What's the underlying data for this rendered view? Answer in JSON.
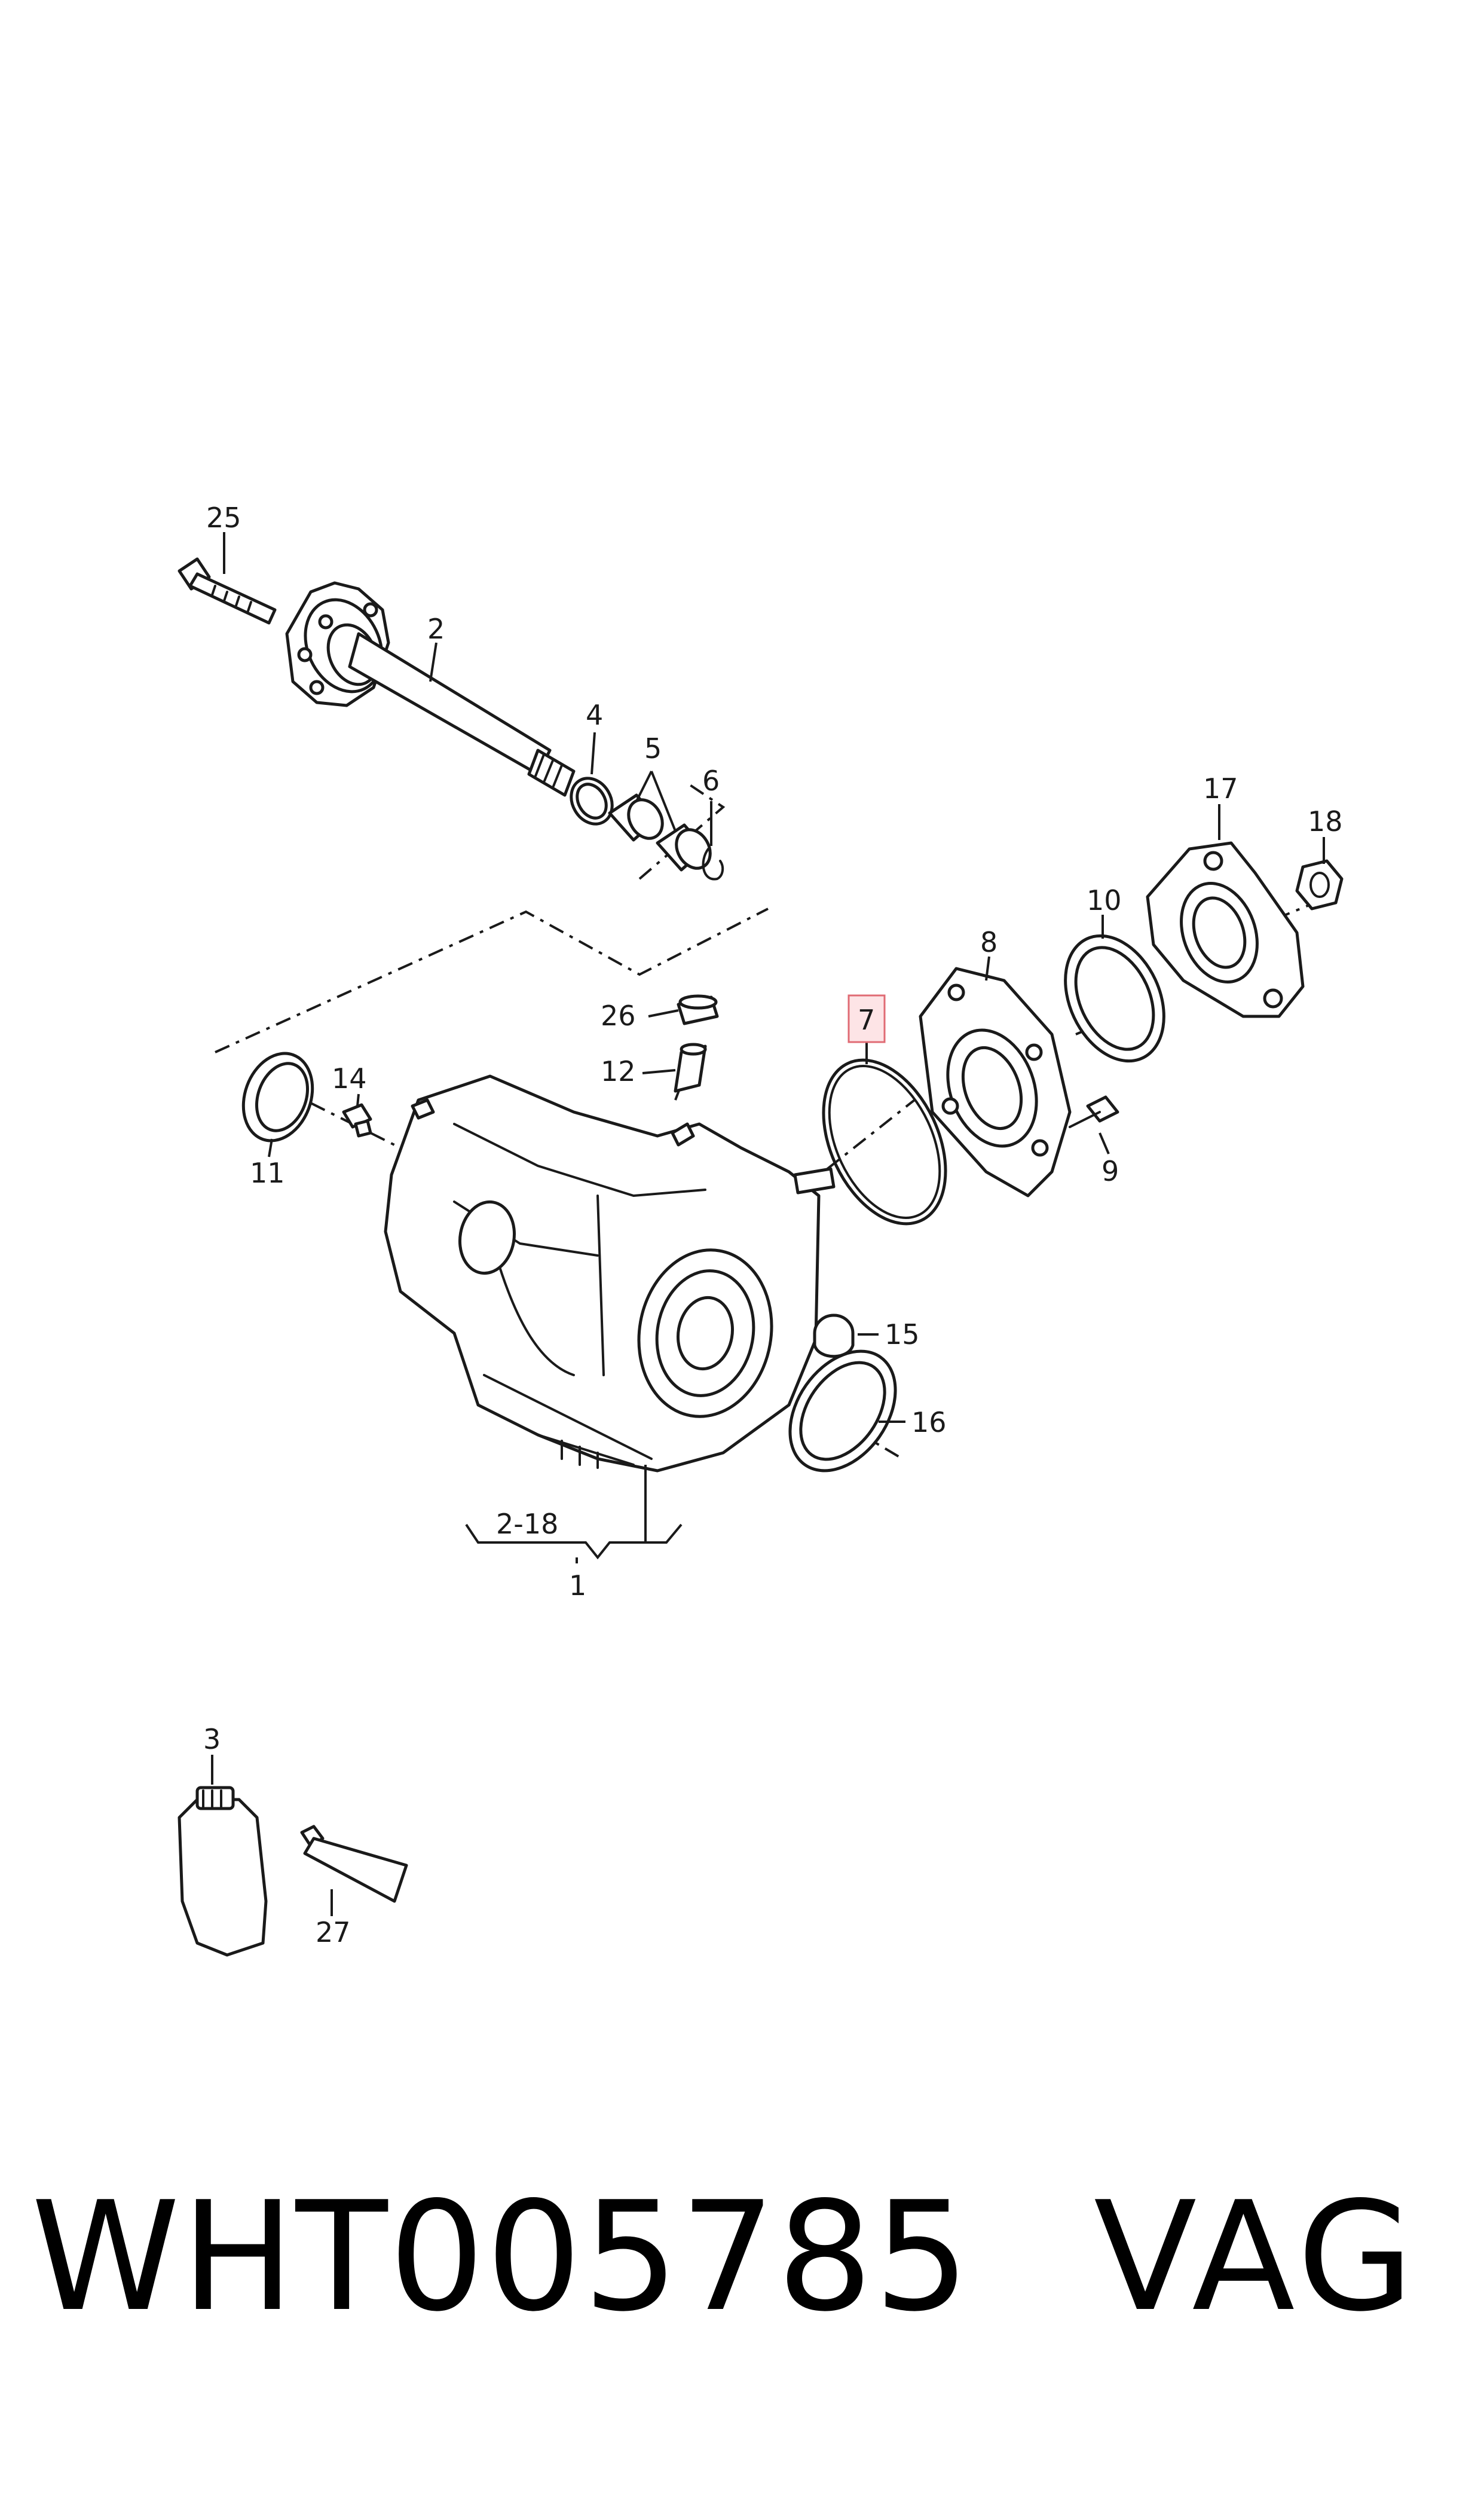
{
  "diagram": {
    "callouts": {
      "c1": "1",
      "c2": "2",
      "c2_18": "2-18",
      "c3": "3",
      "c4": "4",
      "c5": "5",
      "c6": "6",
      "c7": "7",
      "c8": "8",
      "c9": "9",
      "c10": "10",
      "c11": "11",
      "c12": "12",
      "c14": "14",
      "c15": "15",
      "c16": "16",
      "c17": "17",
      "c18": "18",
      "c25": "25",
      "c26": "26",
      "c27": "27"
    },
    "highlighted_callout": "7",
    "highlight_color": "#fde4e6"
  },
  "footer": {
    "part_number": "WHT005785",
    "brand": "VAG"
  }
}
